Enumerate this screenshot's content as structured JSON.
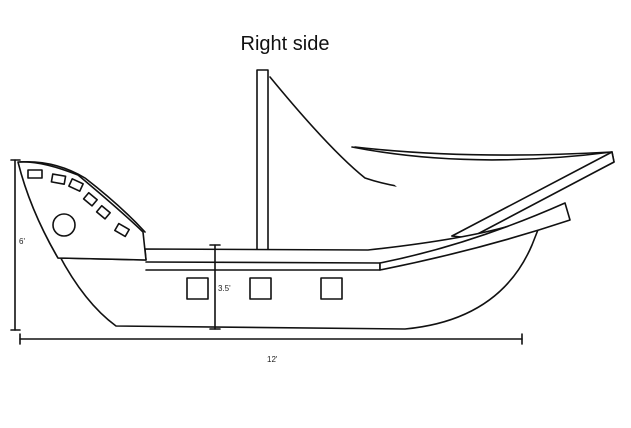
{
  "diagram": {
    "title": "Right side",
    "dimensions": {
      "height_label": "6'",
      "hull_height_label": "3.5'",
      "length_label": "12'"
    }
  }
}
